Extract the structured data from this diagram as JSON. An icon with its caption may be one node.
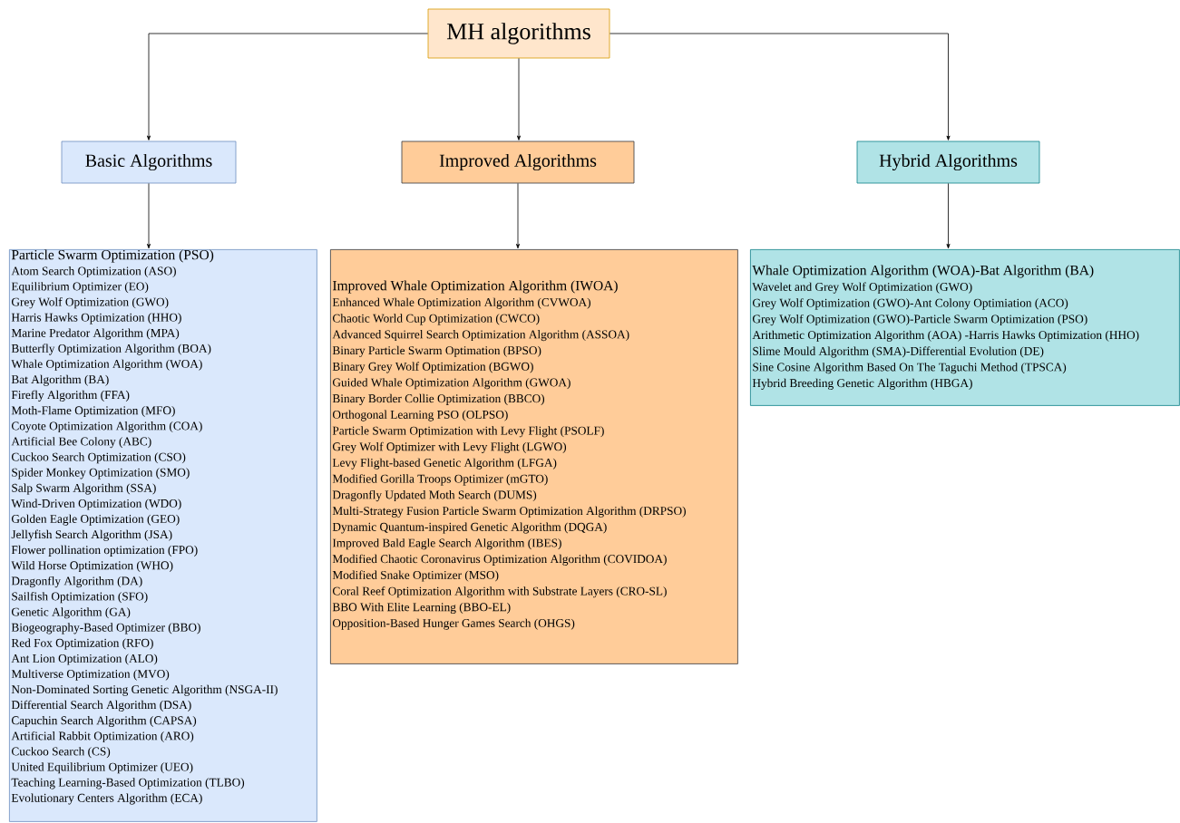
{
  "diagram": {
    "nodes": [
      {
        "text": [
          "MH algorithms"
        ]
      },
      {
        "text": [
          "Basic Algorithms"
        ]
      },
      {
        "text": [
          "Improved Algorithms"
        ]
      },
      {
        "text": [
          "Hybrid Algorithms"
        ]
      },
      {
        "text": [
          "Particle Swarm Optimization (PSO)",
          "Atom Search Optimization (ASO)",
          "Equilibrium Optimizer (EO)",
          "Grey Wolf Optimization (GWO)",
          "Harris Hawks Optimization (HHO)",
          "Marine Predator Algorithm (MPA)",
          "Butterfly Optimization Algorithm (BOA)",
          "Whale Optimization Algorithm (WOA)",
          "Bat Algorithm (BA)",
          "Firefly Algorithm (FFA)",
          "Moth-Flame Optimization (MFO)",
          "Coyote Optimization Algorithm (COA)",
          "Artificial Bee Colony (ABC)",
          "Cuckoo Search Optimization (CSO)",
          "Spider Monkey Optimization (SMO)",
          "Salp Swarm Algorithm (SSA)",
          "Wind-Driven Optimization (WDO)",
          "Golden Eagle Optimization (GEO)",
          "Jellyfish Search Algorithm (JSA)",
          "Flower pollination optimization (FPO)",
          "Wild Horse Optimization (WHO)",
          "Dragonfly Algorithm (DA)",
          "Sailfish Optimization (SFO)",
          "Genetic Algorithm (GA)",
          "Biogeography-Based Optimizer (BBO)",
          "Red Fox Optimization (RFO)",
          "Ant Lion Optimization (ALO)",
          "Multiverse Optimization (MVO)",
          "Non-Dominated Sorting Genetic Algorithm (NSGA-II)",
          "Differential Search Algorithm (DSA)",
          "Capuchin Search Algorithm (CAPSA)",
          "Artificial Rabbit Optimization (ARO)",
          "Cuckoo Search (CS)",
          "United Equilibrium Optimizer (UEO)",
          "Teaching Learning-Based Optimization (TLBO)",
          "Evolutionary Centers Algorithm (ECA)"
        ]
      },
      {
        "text": [
          "Improved Whale Optimization Algorithm (IWOA)",
          "Enhanced Whale Optimization Algorithm (CVWOA)",
          "Chaotic World Cup Optimization (CWCO)",
          "Advanced Squirrel Search Optimization Algorithm (ASSOA)",
          "Binary Particle Swarm Optimation (BPSO)",
          "Binary Grey Wolf Optimization (BGWO)",
          "Guided Whale Optimization Algorithm (GWOA)",
          "Binary Border Collie Optimization (BBCO)",
          "Orthogonal Learning PSO (OLPSO)",
          "Particle Swarm Optimization with Levy Flight (PSOLF)",
          "Grey Wolf Optimizer with Levy Flight (LGWO)",
          "Levy Flight-based Genetic Algorithm (LFGA)",
          "Modified Gorilla Troops Optimizer (mGTO)",
          "Dragonfly Updated Moth Search (DUMS)",
          "Multi-Strategy Fusion Particle Swarm Optimization Algorithm (DRPSO)",
          "Dynamic Quantum-inspired Genetic Algorithm (DQGA)",
          "Improved Bald Eagle Search Algorithm (IBES)",
          "Modified Chaotic Coronavirus Optimization Algorithm (COVIDOA)",
          "Modified Snake Optimizer (MSO)",
          "Coral Reef Optimization Algorithm with Substrate Layers (CRO-SL)",
          "BBO With Elite Learning (BBO-EL)",
          "Opposition-Based Hunger Games Search (OHGS)"
        ]
      },
      {
        "text": [
          "Whale Optimization Algorithm (WOA)-Bat Algorithm (BA)",
          "Wavelet and Grey Wolf Optimization (GWO)",
          "Grey Wolf Optimization (GWO)-Ant Colony Optimiation (ACO)",
          "Grey Wolf Optimization (GWO)-Particle Swarm Optimization (PSO)",
          "Arithmetic Optimization Algorithm (AOA) -Harris Hawks Optimization (HHO)",
          "Slime Mould Algorithm (SMA)-Differential Evolution (DE)",
          "Sine Cosine Algorithm Based On The Taguchi Method (TPSCA)",
          "Hybrid Breeding Genetic Algorithm (HBGA)"
        ]
      }
    ],
    "edges": [
      {
        "from": 0,
        "to": 1,
        "arrow": "to"
      },
      {
        "from": 0,
        "to": 2,
        "arrow": "to"
      },
      {
        "from": 0,
        "to": 3,
        "arrow": "to"
      },
      {
        "from": 1,
        "to": 4,
        "arrow": "to"
      },
      {
        "from": 2,
        "to": 5,
        "arrow": "to"
      },
      {
        "from": 3,
        "to": 6,
        "arrow": "to"
      }
    ]
  }
}
